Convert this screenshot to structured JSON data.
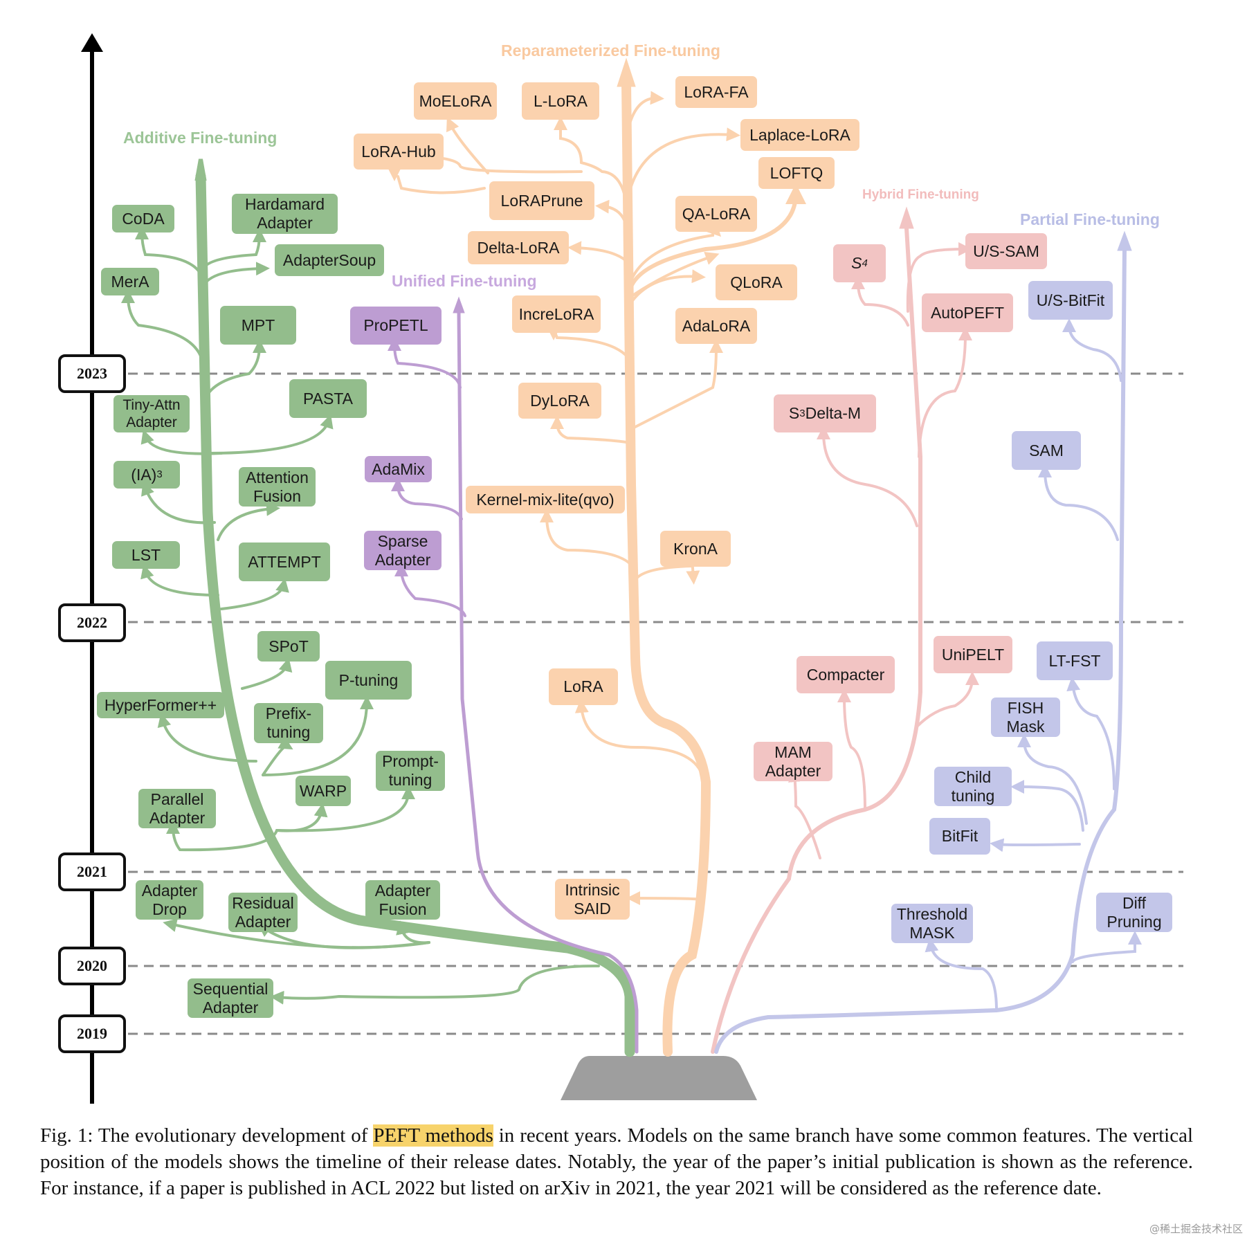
{
  "branches": {
    "additive": {
      "title": "Additive Fine-tuning",
      "color": "#93bd8c"
    },
    "unified": {
      "title": "Unified Fine-tuning",
      "color": "#bd9dd2"
    },
    "reparameterized": {
      "title": "Reparameterized Fine-tuning",
      "color": "#fbd2ae"
    },
    "hybrid": {
      "title": "Hybrid Fine-tuning",
      "color": "#f2c4c3"
    },
    "partial": {
      "title": "Partial Fine-tuning",
      "color": "#c3c6e9"
    }
  },
  "years": [
    "2023",
    "2022",
    "2021",
    "2020",
    "2019"
  ],
  "nodes": {
    "coda": "CoDA",
    "hardamard_adapter": "Hardamard Adapter",
    "adaptersoup": "AdapterSoup",
    "mera": "MerA",
    "mpt": "MPT",
    "tiny_attn_adapter": "Tiny-Attn Adapter",
    "pasta": "PASTA",
    "ia3_base": "(IA)",
    "ia3_sup": "3",
    "attention_fusion": "Attention Fusion",
    "lst": "LST",
    "attempt": "ATTEMPT",
    "spot": "SPoT",
    "p_tuning": "P-tuning",
    "hyperformer": "HyperFormer++",
    "prefix_tuning": "Prefix-tuning",
    "prompt_tuning": "Prompt-tuning",
    "warp": "WARP",
    "parallel_adapter": "Parallel Adapter",
    "adapter_drop": "Adapter Drop",
    "residual_adapter": "Residual Adapter",
    "adapter_fusion": "Adapter Fusion",
    "sequential_adapter": "Sequential Adapter",
    "propetl": "ProPETL",
    "adamix": "AdaMix",
    "sparse_adapter": "Sparse Adapter",
    "moelora": "MoELoRA",
    "l_lora": "L-LoRA",
    "lora_fa": "LoRA-FA",
    "laplace_lora": "Laplace-LoRA",
    "lora_hub": "LoRA-Hub",
    "loftq": "LOFTQ",
    "loraprune": "LoRAPrune",
    "qa_lora": "QA-LoRA",
    "delta_lora": "Delta-LoRA",
    "qlora": "QLoRA",
    "incre_lora": "IncreLoRA",
    "adalora": "AdaLoRA",
    "dylora": "DyLoRA",
    "kernel_mix": "Kernel-mix-lite(qvo)",
    "krona": "KronA",
    "lora": "LoRA",
    "intrinsic_said": "Intrinsic SAID",
    "s4_base": "S",
    "s4_sub": "4",
    "us_sam": "U/S-SAM",
    "autopeft": "AutoPEFT",
    "s3delta_sup": "3",
    "s3delta_base_s": "S",
    "s3delta_rest": "Delta-M",
    "compacter": "Compacter",
    "unipelt": "UniPELT",
    "mam_adapter": "MAM Adapter",
    "us_bitfit": "U/S-BitFit",
    "sam": "SAM",
    "lt_fst": "LT-FST",
    "fish_mask": "FISH Mask",
    "child_tuning": "Child tuning",
    "bitfit": "BitFit",
    "threshold_mask": "Threshold MASK",
    "diff_pruning": "Diff Pruning"
  },
  "caption": {
    "before": "Fig. 1: The evolutionary development of ",
    "highlight": "PEFT methods",
    "after": " in recent years. Models on the same branch have some common features. The vertical position of the models shows the timeline of their release dates. Notably, the year of the paper’s initial publication is shown as the reference. For instance, if a paper is published in ACL 2022 but listed on arXiv in 2021, the year 2021 will be considered as the reference date."
  },
  "watermark": "@稀土掘金技术社区"
}
